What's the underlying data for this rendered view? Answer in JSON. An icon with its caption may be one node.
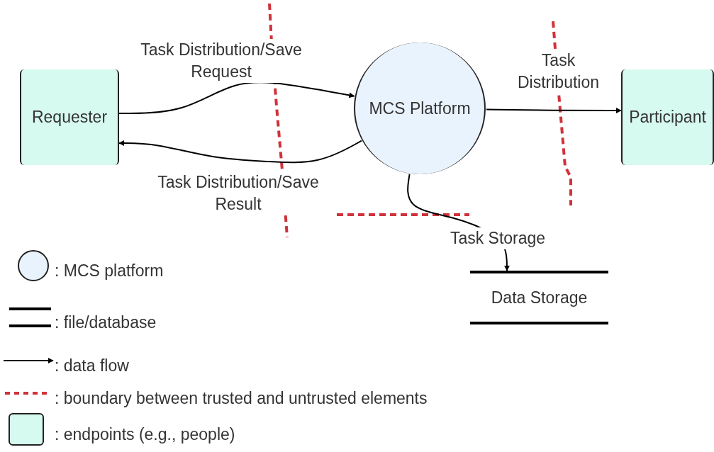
{
  "diagram": {
    "nodes": [
      {
        "text": [
          "Requester"
        ]
      },
      {
        "text": [
          "MCS Platform"
        ]
      },
      {
        "text": [
          "Participant"
        ]
      },
      {
        "text": [
          "Data Storage"
        ]
      }
    ],
    "edges": [
      {
        "from": 0,
        "to": 1,
        "arrow": "to",
        "label": "Task Distribution/Save Request"
      },
      {
        "from": 1,
        "to": 0,
        "arrow": "to",
        "label": "Task Distribution/Save Result"
      },
      {
        "from": 1,
        "to": 2,
        "arrow": "to",
        "label": "Task Distribution"
      },
      {
        "from": 1,
        "to": 3,
        "arrow": "to",
        "label": "Task Storage"
      }
    ],
    "legend": [
      {
        "text": ": MCS platform"
      },
      {
        "text": ": file/database"
      },
      {
        "text": ": data flow"
      },
      {
        "text": ": boundary between trusted and untrusted elements"
      },
      {
        "text": ": endpoints (e.g., people)",
        "color": "#d6f9f0"
      }
    ]
  }
}
